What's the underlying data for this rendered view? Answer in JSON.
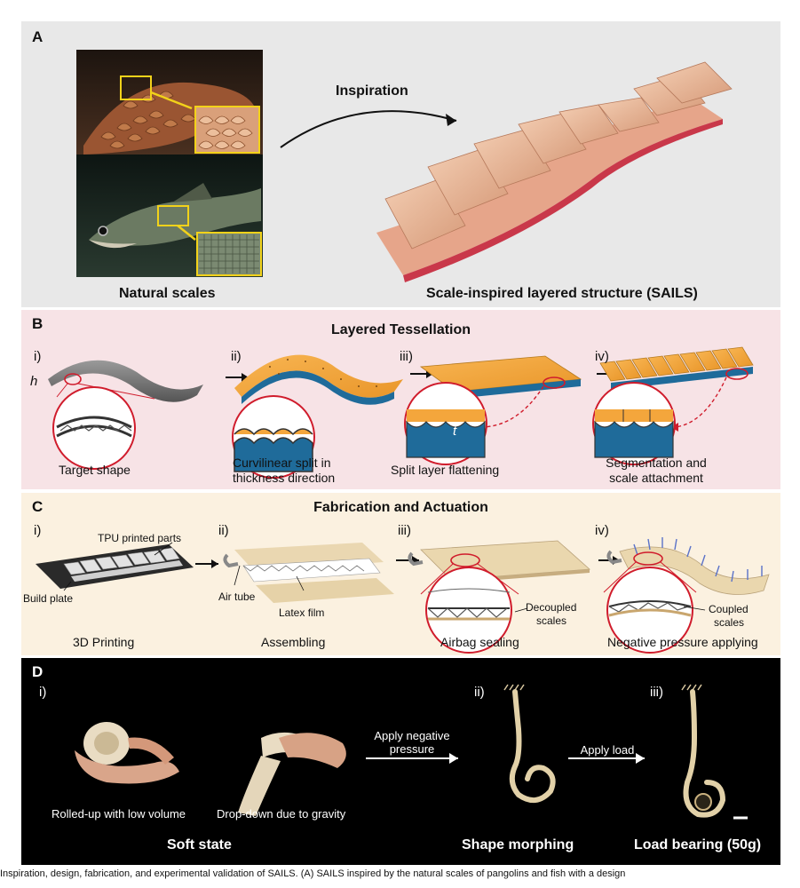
{
  "panelA": {
    "label": "A",
    "arrow_label": "Inspiration",
    "left_caption": "Natural scales",
    "right_caption": "Scale-inspired layered structure (SAILS)"
  },
  "panelB": {
    "label": "B",
    "title": "Layered Tessellation",
    "steps": [
      {
        "num": "i)",
        "caption": "Target shape"
      },
      {
        "num": "ii)",
        "caption_l1": "Curvilinear split in",
        "caption_l2": "thickness direction"
      },
      {
        "num": "iii)",
        "caption": "Split layer flattening"
      },
      {
        "num": "iv)",
        "caption_l1": "Segmentation and",
        "caption_l2": "scale attachment"
      }
    ],
    "h_symbol": "h",
    "t_symbol": "t"
  },
  "panelC": {
    "label": "C",
    "title": "Fabrication and Actuation",
    "steps": [
      {
        "num": "i)",
        "caption": "3D Printing"
      },
      {
        "num": "ii)",
        "caption": "Assembling"
      },
      {
        "num": "iii)",
        "caption": "Airbag sealing"
      },
      {
        "num": "iv)",
        "caption": "Negative pressure applying"
      }
    ],
    "callouts": {
      "tpu": "TPU printed parts",
      "build_plate": "Build plate",
      "air_tube": "Air tube",
      "latex": "Latex film",
      "decoupled_l1": "Decoupled",
      "decoupled_l2": "scales",
      "coupled_l1": "Coupled",
      "coupled_l2": "scales"
    }
  },
  "panelD": {
    "label": "D",
    "nums": [
      "i)",
      "ii)",
      "iii)"
    ],
    "photo1_caption": "Rolled-up with low volume",
    "photo2_caption": "Drop-down due to gravity",
    "arrow1_l1": "Apply negative",
    "arrow1_l2": "pressure",
    "arrow2": "Apply load",
    "state1": "Soft state",
    "state2": "Shape morphing",
    "state3": "Load bearing (50g)"
  },
  "footer": "Inspiration, design, fabrication, and experimental validation of SAILS. (A) SAILS inspired by the natural scales of pangolins and fish with a design"
}
